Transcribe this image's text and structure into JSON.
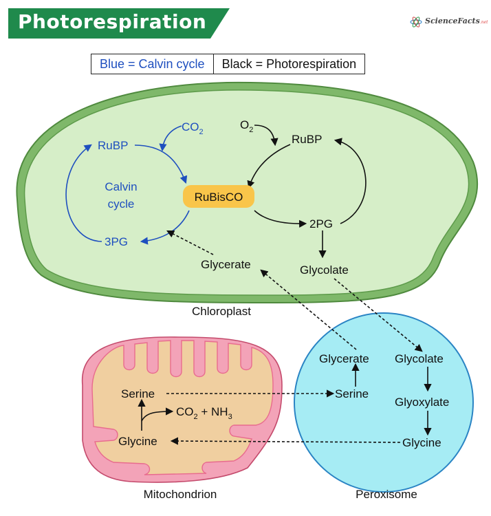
{
  "banner": {
    "title": "Photorespiration",
    "color": "#1f8a4c"
  },
  "logo": {
    "text": "ScienceFacts",
    "suffix": ".net"
  },
  "legend": {
    "blue": "Blue = Calvin cycle",
    "black": "Black = Photorespiration"
  },
  "colors": {
    "calvin": "#1e4fbf",
    "chloroplast_fill": "#d6eec8",
    "chloroplast_border": "#5d9a4a",
    "mito_fill": "#f0cfa0",
    "mito_membrane": "#e86b8e",
    "peroxisome_fill": "#a6ecf4",
    "peroxisome_border": "#2a84c4",
    "rubisco_fill": "#f9c54a"
  },
  "chloroplast": {
    "label": "Chloroplast",
    "calvin": {
      "rubp": "RuBP",
      "co2": "CO",
      "co2_sub": "2",
      "cycle_line1": "Calvin",
      "cycle_line2": "cycle",
      "pg3": "3PG"
    },
    "rubisco": "RuBisCO",
    "photo": {
      "o2": "O",
      "o2_sub": "2",
      "rubp": "RuBP",
      "pg2": "2PG",
      "glycolate": "Glycolate",
      "glycerate": "Glycerate"
    }
  },
  "mitochondrion": {
    "label": "Mitochondrion",
    "serine": "Serine",
    "glycine": "Glycine",
    "co2": "CO",
    "co2_sub": "2",
    "plus": " + NH",
    "nh3_sub": "3"
  },
  "peroxisome": {
    "label": "Peroxisome",
    "glycerate": "Glycerate",
    "serine": "Serine",
    "glycolate": "Glycolate",
    "glyoxylate": "Glyoxylate",
    "glycine": "Glycine"
  }
}
